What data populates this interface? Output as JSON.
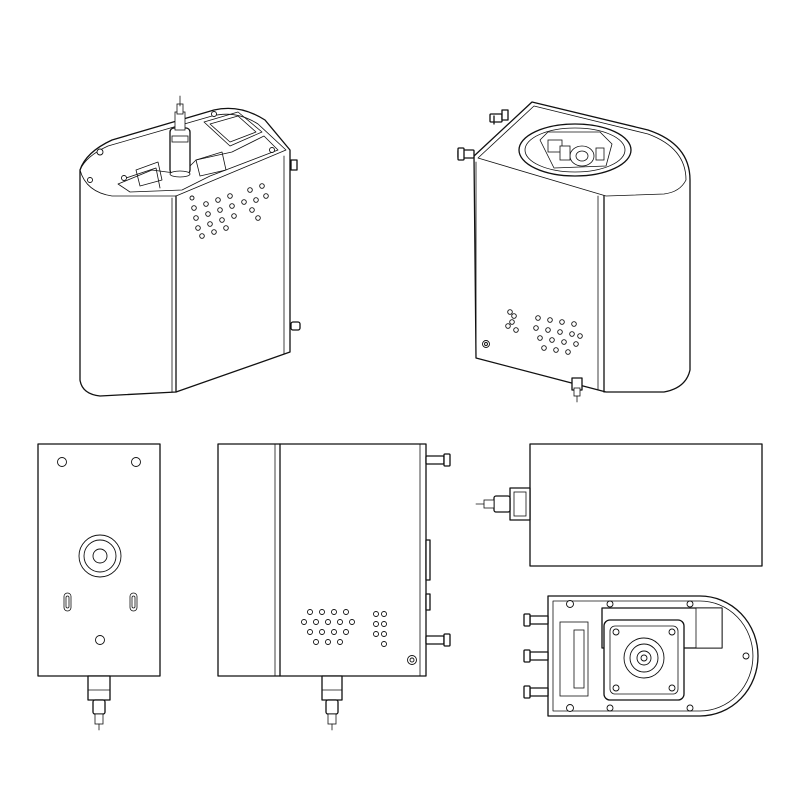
{
  "drawing": {
    "views": [
      {
        "id": "iso-front"
      },
      {
        "id": "iso-rear"
      },
      {
        "id": "front"
      },
      {
        "id": "side"
      },
      {
        "id": "top"
      },
      {
        "id": "bottom"
      }
    ],
    "line_color": "#111111",
    "background": "#ffffff"
  }
}
